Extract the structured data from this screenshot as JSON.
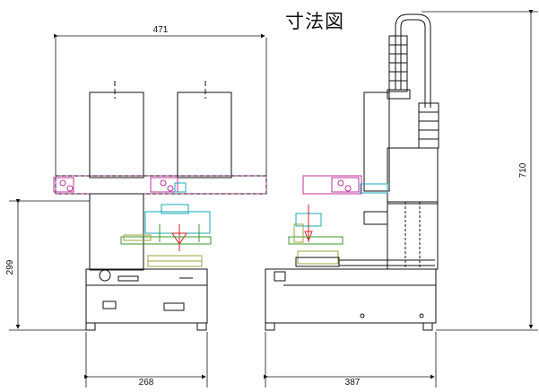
{
  "title": "寸法図",
  "dimensions": {
    "front_width": "471",
    "front_height": "299",
    "front_base_width": "268",
    "side_base_width": "387",
    "side_height": "710"
  },
  "colors": {
    "line": "#111111",
    "magenta": "#c0309c",
    "cyan": "#1aa8b8",
    "green": "#3a9a2a",
    "olive": "#a0a040",
    "red": "#d02020"
  }
}
